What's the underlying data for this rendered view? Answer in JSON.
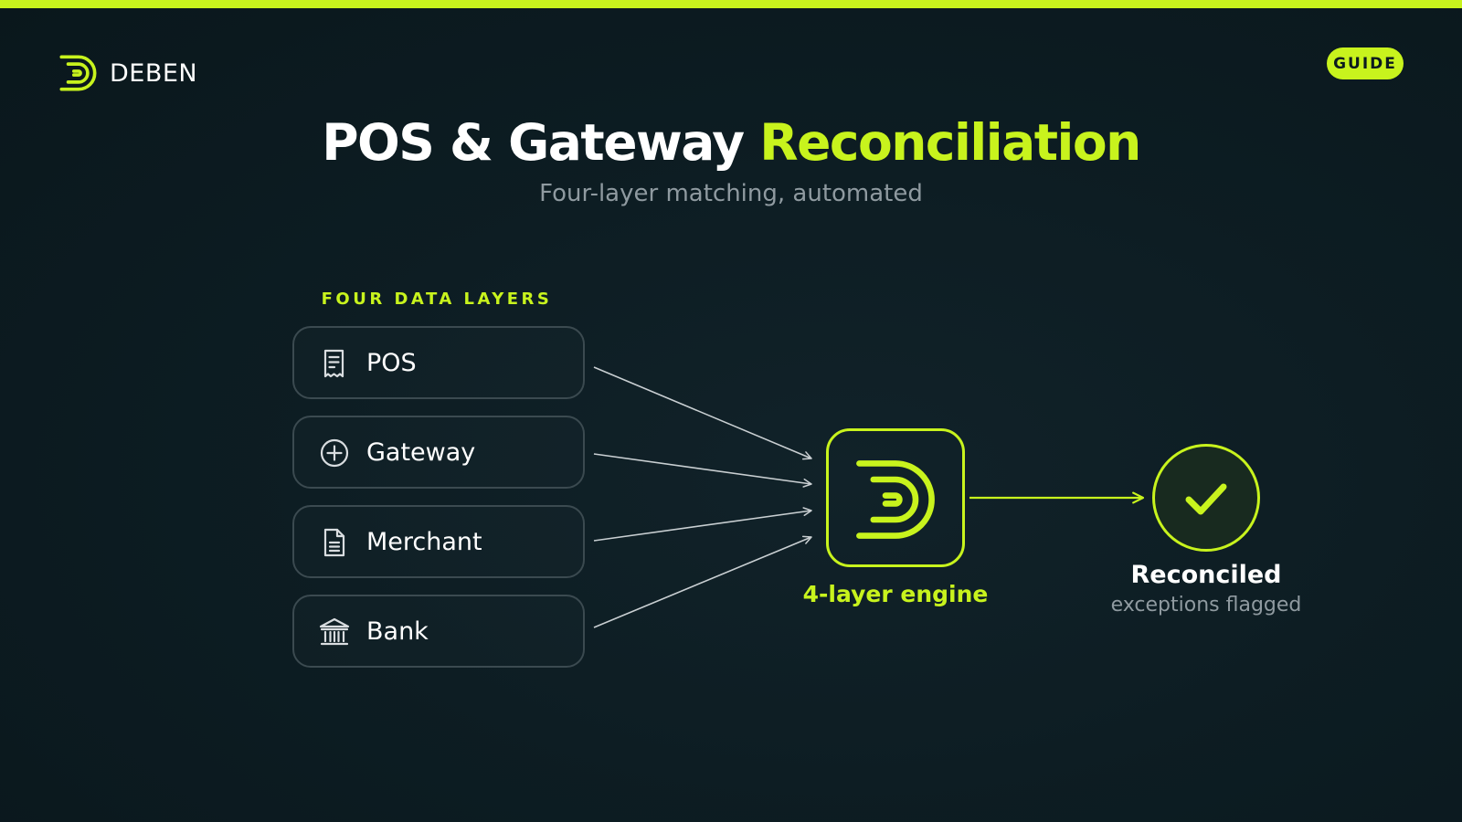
{
  "brand": {
    "name": "DEBEN"
  },
  "badge": "GUIDE",
  "title": {
    "main": "POS & Gateway",
    "highlight": "Reconciliation"
  },
  "subtitle": "Four-layer matching, automated",
  "section_label": "FOUR DATA LAYERS",
  "layers": [
    {
      "label": "POS",
      "icon": "receipt-icon"
    },
    {
      "label": "Gateway",
      "icon": "plus-circle-icon"
    },
    {
      "label": "Merchant",
      "icon": "document-icon"
    },
    {
      "label": "Bank",
      "icon": "bank-icon"
    }
  ],
  "engine": {
    "label": "4-layer engine",
    "icon": "deben-logo-icon"
  },
  "result": {
    "title": "Reconciled",
    "subtitle": "exceptions flagged",
    "icon": "check-icon"
  },
  "colors": {
    "accent": "#c8f31d",
    "background": "#0d1d23",
    "border": "#3b4a50",
    "muted": "#8f9aa0"
  }
}
